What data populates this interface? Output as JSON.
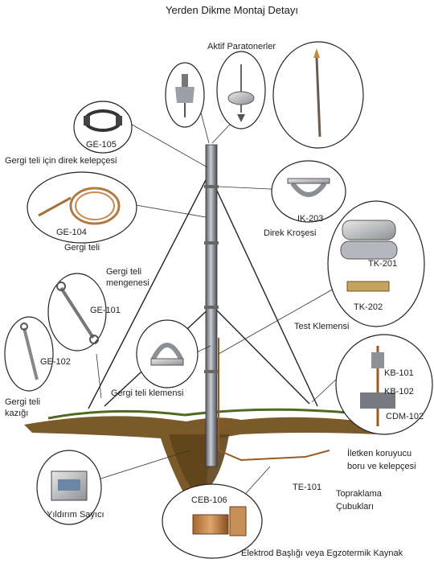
{
  "title": "Yerden Dikme Montaj Detayı",
  "labels": {
    "aktif_paratonerler": "Aktif Paratonerler",
    "ge105": "GE-105",
    "gergi_kelepce": "Gergi teli için direk kelepçesi",
    "ge104": "GE-104",
    "gergi_teli": "Gergi teli",
    "gergi_mengene_1": "Gergi teli",
    "gergi_mengene_2": "mengenesi",
    "ge101": "GE-101",
    "ge102": "GE-102",
    "gergi_kazik_1": "Gergi teli",
    "gergi_kazik_2": "kazığı",
    "gergi_klemensi": "Gergi teli klemensi",
    "ik203": "IK-203",
    "direk_krosesi": "Direk Kroşesi",
    "tk201": "TK-201",
    "tk202": "TK-202",
    "test_klemensi": "Test Klemensi",
    "kb101": "KB-101",
    "kb102": "KB-102",
    "cdm102": "CDM-102",
    "iletken_1": "İletken koruyucu",
    "iletken_2": "boru ve kelepçesi",
    "te101": "TE-101",
    "topraklama_1": "Topraklama",
    "topraklama_2": "Çubukları",
    "ceb106": "CEB-106",
    "yildirim_sayici": "Yıldırım Sayıcı",
    "elektrod": "Elektrod Başlığı veya Egzotermik Kaynak"
  }
}
